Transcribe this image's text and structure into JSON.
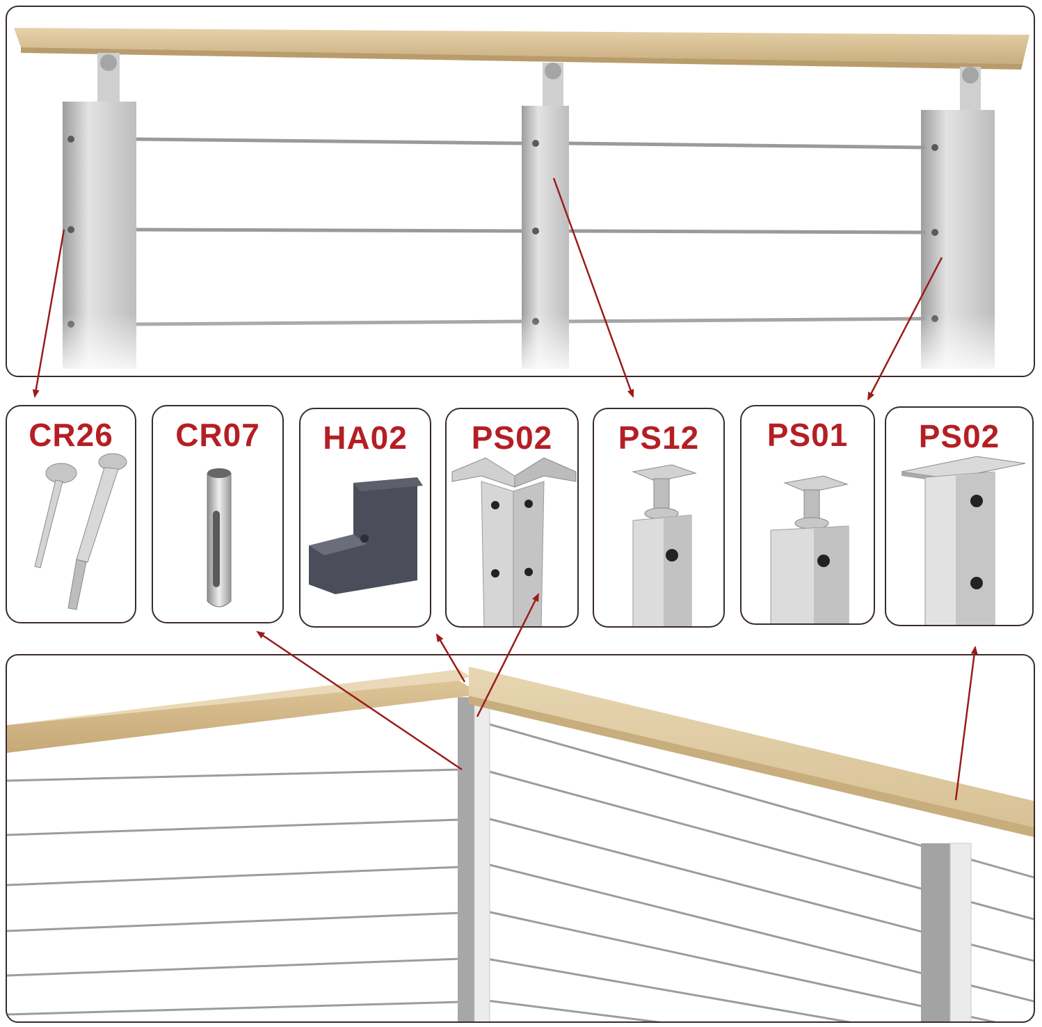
{
  "products": [
    {
      "code": "CR26",
      "icon": "swage-stud-fittings-icon"
    },
    {
      "code": "CR07",
      "icon": "protector-sleeve-icon"
    },
    {
      "code": "HA02",
      "icon": "handrail-bracket-icon"
    },
    {
      "code": "PS02",
      "icon": "corner-post-icon"
    },
    {
      "code": "PS12",
      "icon": "swivel-top-post-icon"
    },
    {
      "code": "PS01",
      "icon": "swivel-top-post-icon"
    },
    {
      "code": "PS02",
      "icon": "flat-top-post-icon"
    }
  ],
  "colors": {
    "label": "#b41f24",
    "arrow": "#9b1b1b",
    "wood": "#d9c29a",
    "steel": "#c8c8c8",
    "border": "#3a2a2a"
  }
}
